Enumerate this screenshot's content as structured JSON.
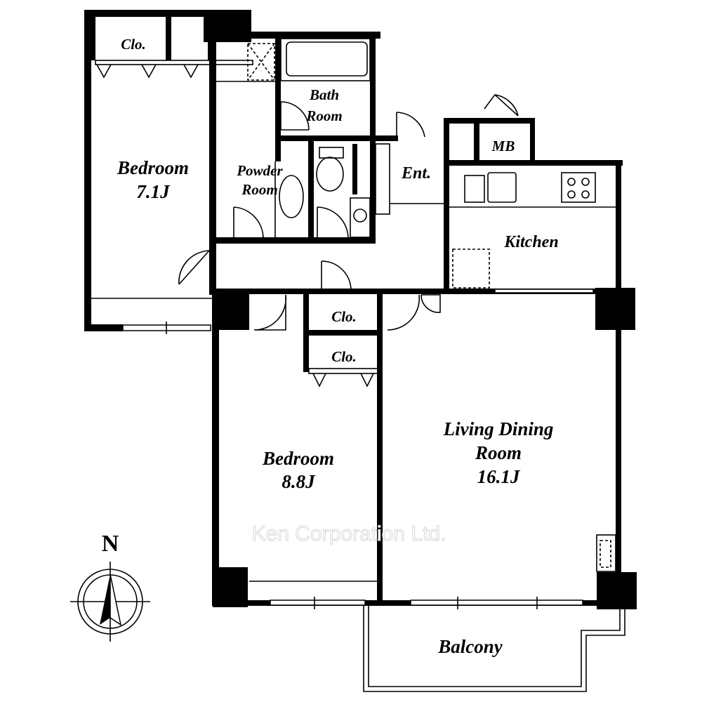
{
  "rooms": {
    "bedroom1": {
      "name": "Bedroom",
      "size": "7.1J"
    },
    "closet1": "Clo.",
    "powder_room": {
      "line1": "Powder",
      "line2": "Room"
    },
    "bath_room": {
      "line1": "Bath",
      "line2": "Room"
    },
    "entrance": "Ent.",
    "meter_box": "MB",
    "kitchen": "Kitchen",
    "closet2": "Clo.",
    "closet3": "Clo.",
    "bedroom2": {
      "name": "Bedroom",
      "size": "8.8J"
    },
    "living": {
      "line1": "Living Dining",
      "line2": "Room",
      "size": "16.1J"
    },
    "balcony": "Balcony"
  },
  "compass": {
    "label": "N"
  },
  "watermark": "Ken Corporation Ltd."
}
